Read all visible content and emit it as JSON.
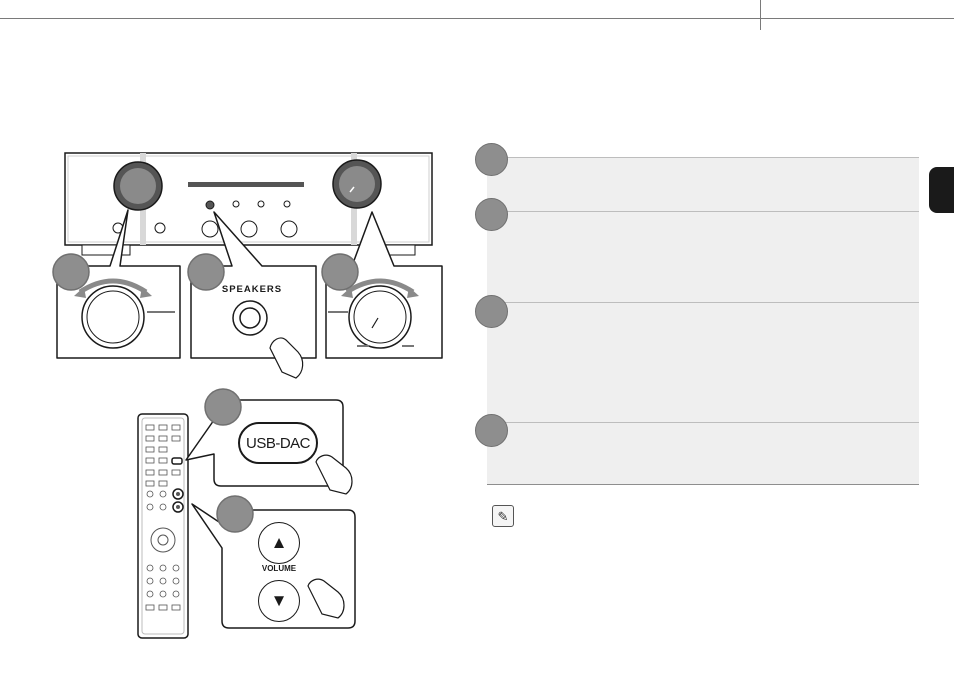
{
  "figure": {
    "speakers_label": "SPEAKERS",
    "usb_dac_button_label": "USB-DAC",
    "volume_label": "VOLUME",
    "volume_up_glyph": "▲",
    "volume_down_glyph": "▼"
  },
  "note": {
    "icon": "pencil-icon",
    "glyph": "✎"
  },
  "colors": {
    "step_badge": "#8e8e8e",
    "step_box": "#efefef",
    "side_tab": "#1a1a1a"
  }
}
